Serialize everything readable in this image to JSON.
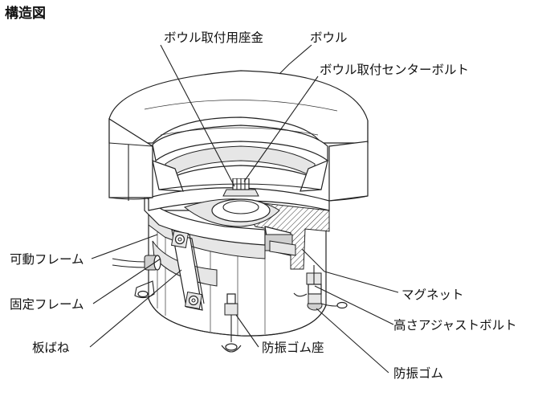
{
  "title": "構造図",
  "labels": {
    "bowl_mount_seat": "ボウル取付用座金",
    "bowl": "ボウル",
    "center_bolt": "ボウル取付センターボルト",
    "movable_frame": "可動フレーム",
    "fixed_frame": "固定フレーム",
    "leaf_spring": "板ばね",
    "magnet": "マグネット",
    "height_adjust_bolt": "高さアジャストボルト",
    "anti_vibration_rubber_seat": "防振ゴム座",
    "anti_vibration_rubber": "防振ゴム"
  }
}
